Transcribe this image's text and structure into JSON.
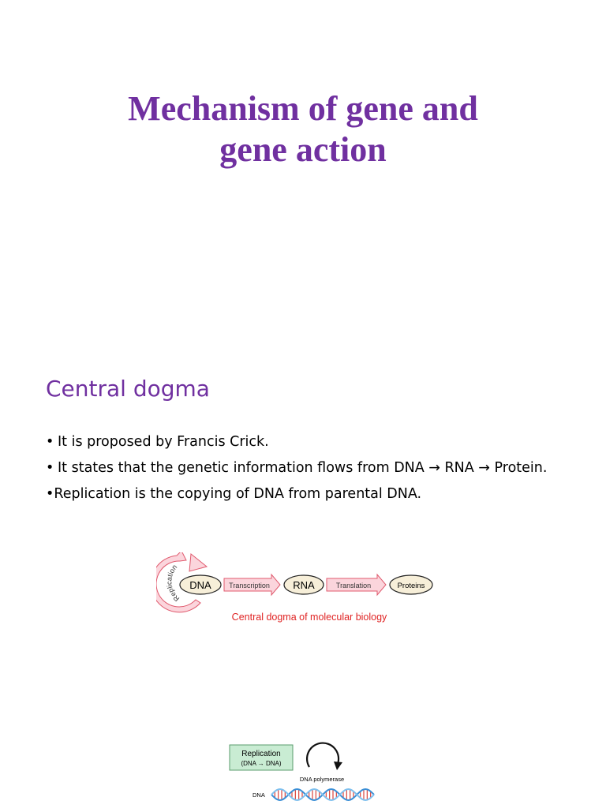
{
  "title_slide": {
    "title_line1": "Mechanism of gene and",
    "title_line2": "gene action"
  },
  "content_slide": {
    "heading": "Central dogma",
    "bullets": [
      {
        "marker": "•",
        "text": "It is proposed by Francis Crick."
      },
      {
        "marker": "•",
        "text": "It states that the genetic information flows from DNA → RNA → Protein."
      },
      {
        "marker": "•",
        "text": "Replication is the copying of DNA from parental DNA."
      }
    ],
    "dogma_diagram": {
      "replication_label": "Replication",
      "dna": "DNA",
      "transcription": "Transcription",
      "rna": "RNA",
      "translation": "Translation",
      "proteins": "Proteins",
      "caption": "Central dogma of molecular biology",
      "colors": {
        "arrow_fill": "#fbd5dc",
        "arrow_stroke": "#e05a6e",
        "node_fill": "#f7efd9",
        "caption": "#e02424"
      }
    },
    "replication_diagram": {
      "box_title": "Replication",
      "box_subtitle": "(DNA → DNA)",
      "enzyme_label": "DNA polymerase",
      "dna_label": "DNA",
      "colors": {
        "box_fill": "#c9ecd3",
        "box_stroke": "#5a9c6c",
        "helix_a": "#3b8fd6",
        "helix_b": "#7fc0ee",
        "rungs": "#d9433c"
      }
    }
  }
}
